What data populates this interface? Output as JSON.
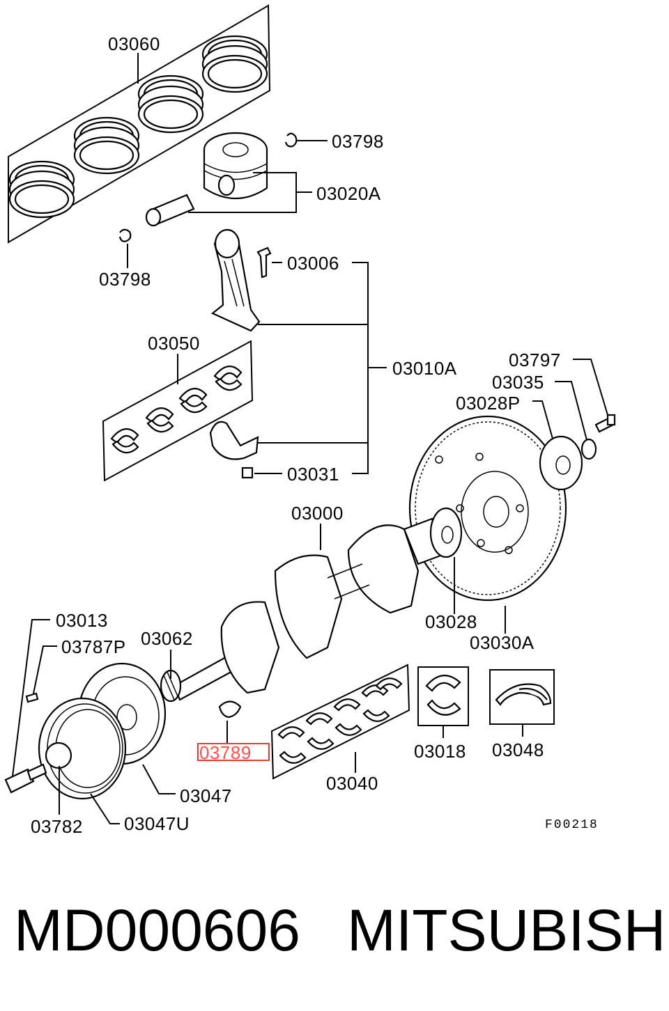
{
  "labels": {
    "l03060": "03060",
    "l03798a": "03798",
    "l03020A": "03020A",
    "l03798b": "03798",
    "l03006": "03006",
    "l03050": "03050",
    "l03010A": "03010A",
    "l03797": "03797",
    "l03035": "03035",
    "l03028P": "03028P",
    "l03031": "03031",
    "l03000": "03000",
    "l03013": "03013",
    "l03787P": "03787P",
    "l03062": "03062",
    "l03028": "03028",
    "l03030A": "03030A",
    "l03789": "03789",
    "l03018": "03018",
    "l03048": "03048",
    "l03047": "03047",
    "l03040": "03040",
    "l03782": "03782",
    "l03047U": "03047U",
    "figure_code": "F00218"
  },
  "highlight": {
    "label": "03789",
    "color": "#e53935"
  },
  "caption": {
    "part_number": "MD000606",
    "brand": "MITSUBISHI"
  }
}
